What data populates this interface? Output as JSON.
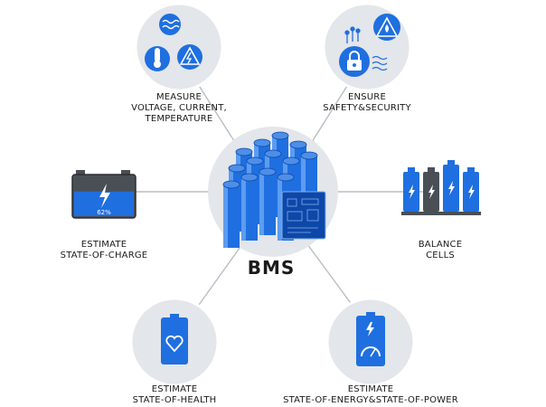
{
  "colors": {
    "accent": "#1f6fe0",
    "accent_dark": "#0d47a8",
    "circle_fill": "#e3e6ea",
    "circle_stroke": "#ffffff",
    "connector": "#b8bdc3",
    "dark_grey": "#4a4f55"
  },
  "center": {
    "label": "BMS",
    "icon": "battery-pack-icon"
  },
  "nodes": [
    {
      "id": "measure",
      "icon": "measure-sensors-icon",
      "lines": [
        "MEASURE",
        "VOLTAGE, CURRENT,",
        "TEMPERATURE"
      ]
    },
    {
      "id": "safety",
      "icon": "lock-shield-icon",
      "lines": [
        "ENSURE",
        "SAFETY&SECURITY"
      ]
    },
    {
      "id": "soc",
      "icon": "battery-charge-icon",
      "charge_text": "62%",
      "charge_level": 0.62,
      "lines": [
        "ESTIMATE",
        "STATE-OF-CHARGE"
      ]
    },
    {
      "id": "balance",
      "icon": "balance-cells-icon",
      "lines": [
        "BALANCE",
        "CELLS"
      ]
    },
    {
      "id": "soh",
      "icon": "battery-heart-icon",
      "lines": [
        "ESTIMATE",
        "STATE-OF-HEALTH"
      ]
    },
    {
      "id": "soe",
      "icon": "battery-gauge-icon",
      "lines": [
        "ESTIMATE",
        "STATE-OF-ENERGY&STATE-OF-POWER"
      ]
    }
  ]
}
